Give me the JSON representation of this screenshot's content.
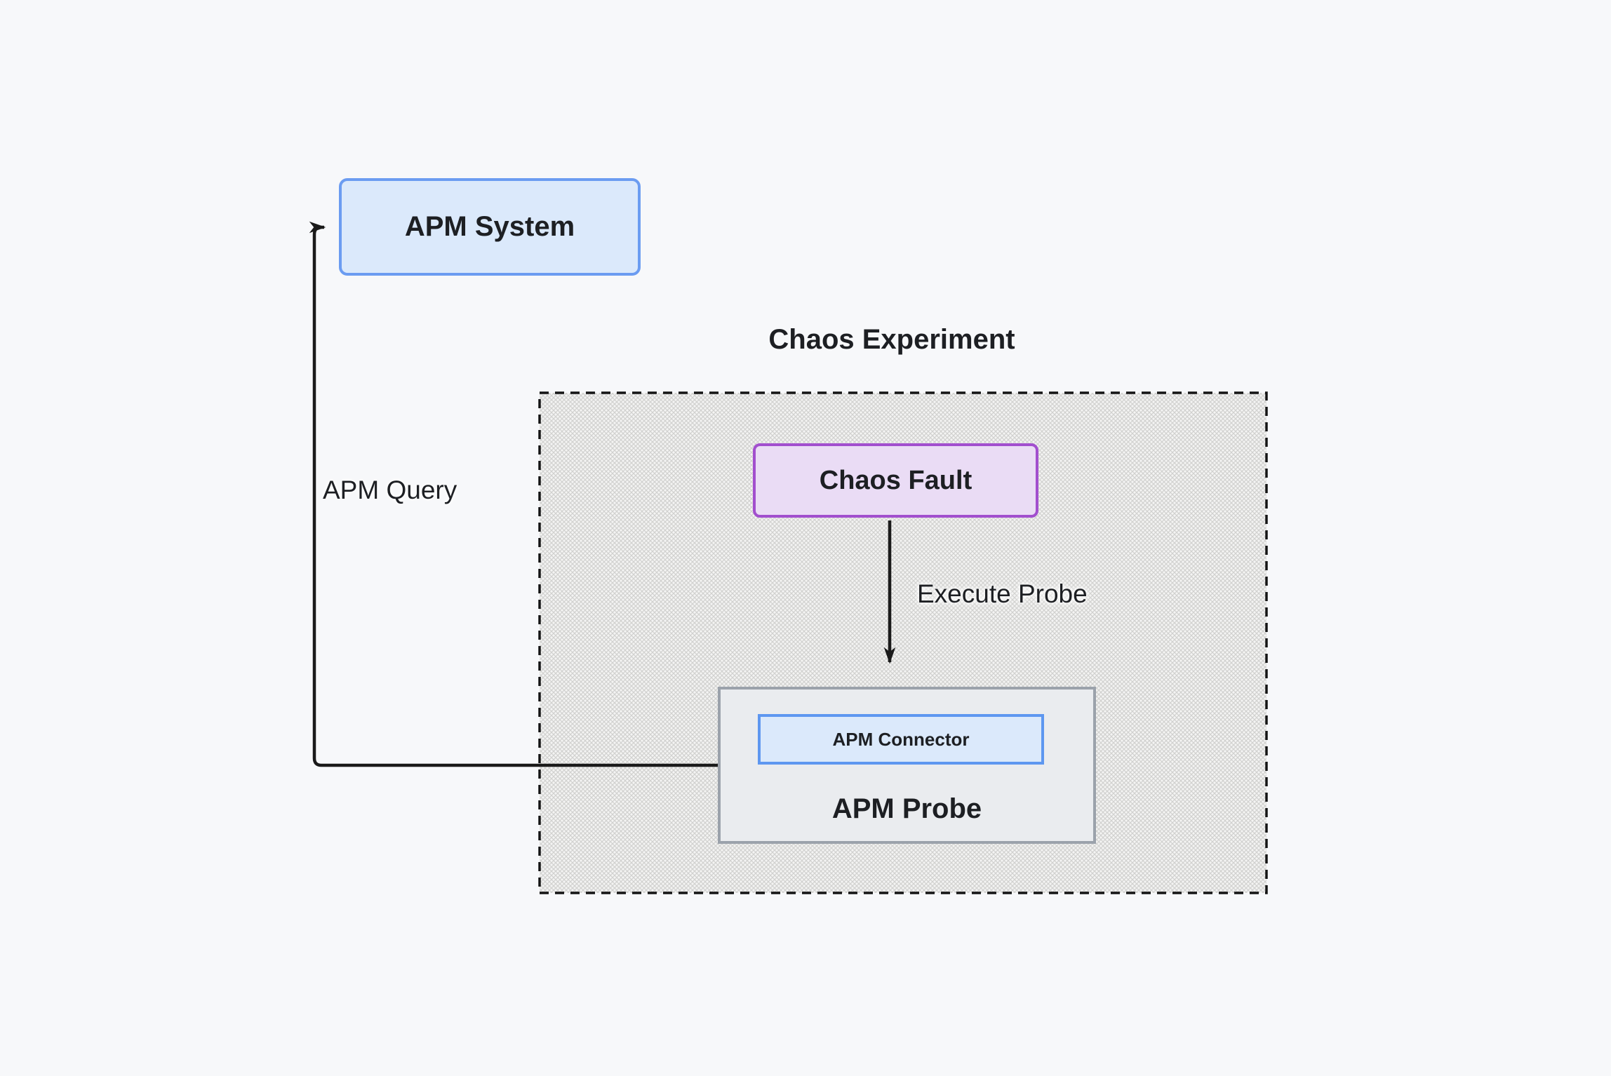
{
  "diagram": {
    "title": "Chaos Experiment",
    "nodes": {
      "apm_system": {
        "label": "APM System"
      },
      "chaos_fault": {
        "label": "Chaos Fault"
      },
      "apm_probe": {
        "label": "APM Probe"
      },
      "apm_connector": {
        "label": "APM Connector"
      }
    },
    "edges": {
      "execute_probe": {
        "label": "Execute Probe",
        "from": "chaos_fault",
        "to": "apm_probe"
      },
      "apm_query": {
        "label": "APM Query",
        "from": "apm_connector",
        "to": "apm_system"
      }
    }
  },
  "colors": {
    "background": "#f7f8fa",
    "line": "#1a1a1a",
    "text": "#1d1f23",
    "hatch_bg": "#f4f4f3",
    "hatch_line": "#d2d2d0",
    "dashed_border": "#141414",
    "blue_fill": "#dbe9fb",
    "blue_border": "#6b9cf1",
    "purple_fill": "#eadcf5",
    "purple_border": "#a24fce",
    "gray_fill": "#eaecef",
    "gray_border": "#9ba2ab",
    "connector_border": "#5e97f0"
  }
}
